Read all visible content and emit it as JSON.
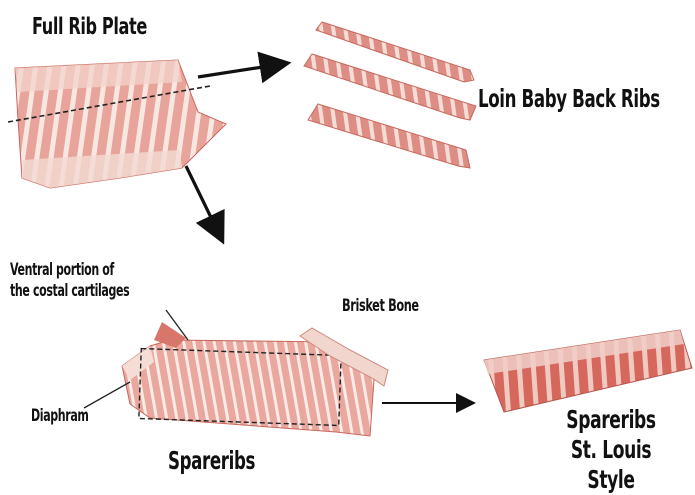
{
  "labels": {
    "full_rib_plate": "Full Rib Plate",
    "loin_baby_back_ribs": "Loin Baby Back Ribs",
    "ventral_portion": "Ventral portion of\nthe costal cartilages",
    "brisket_bone": "Brisket Bone",
    "diaphram": "Diaphram",
    "spareribs": "Spareribs",
    "st_louis_line1": "Spareribs",
    "st_louis_line2": "St. Louis Style"
  },
  "colors": {
    "meat": "#e8a39a",
    "meat_dark": "#c9675c",
    "fat": "#f7ebe6",
    "bone": "#f1ddd4",
    "arrow": "#111111",
    "cut_line": "#222222"
  }
}
